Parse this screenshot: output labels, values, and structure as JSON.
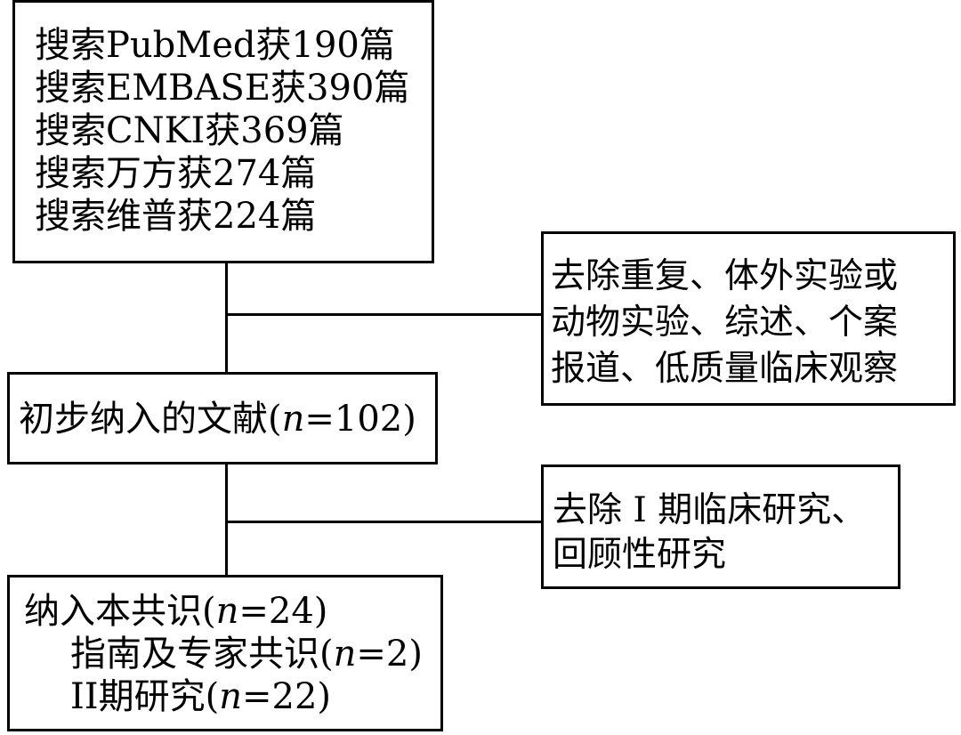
{
  "search_box": {
    "lines": [
      "搜索PubMed获190篇",
      "搜索EMBASE获390篇",
      "搜索CNKI获369篇",
      "搜索万方获274篇",
      "搜索维普获224篇"
    ]
  },
  "exclude_box_1": {
    "lines": [
      "去除重复、体外实验或",
      "动物实验、综述、个案",
      "报道、低质量临床观察"
    ]
  },
  "initial_box": {
    "prefix": "初步纳入的文献(",
    "n_symbol": "n",
    "suffix": "=102)"
  },
  "exclude_box_2": {
    "lines": [
      "去除 I 期临床研究、",
      "回顾性研究"
    ]
  },
  "final_box": {
    "line1_prefix": "纳入本共识(",
    "line1_n": "n",
    "line1_suffix": "=24)",
    "line2_prefix": "指南及专家共识(",
    "line2_n": "n",
    "line2_suffix": "=2)",
    "line3_prefix": "II期研究(",
    "line3_n": "n",
    "line3_suffix": "=22)"
  }
}
